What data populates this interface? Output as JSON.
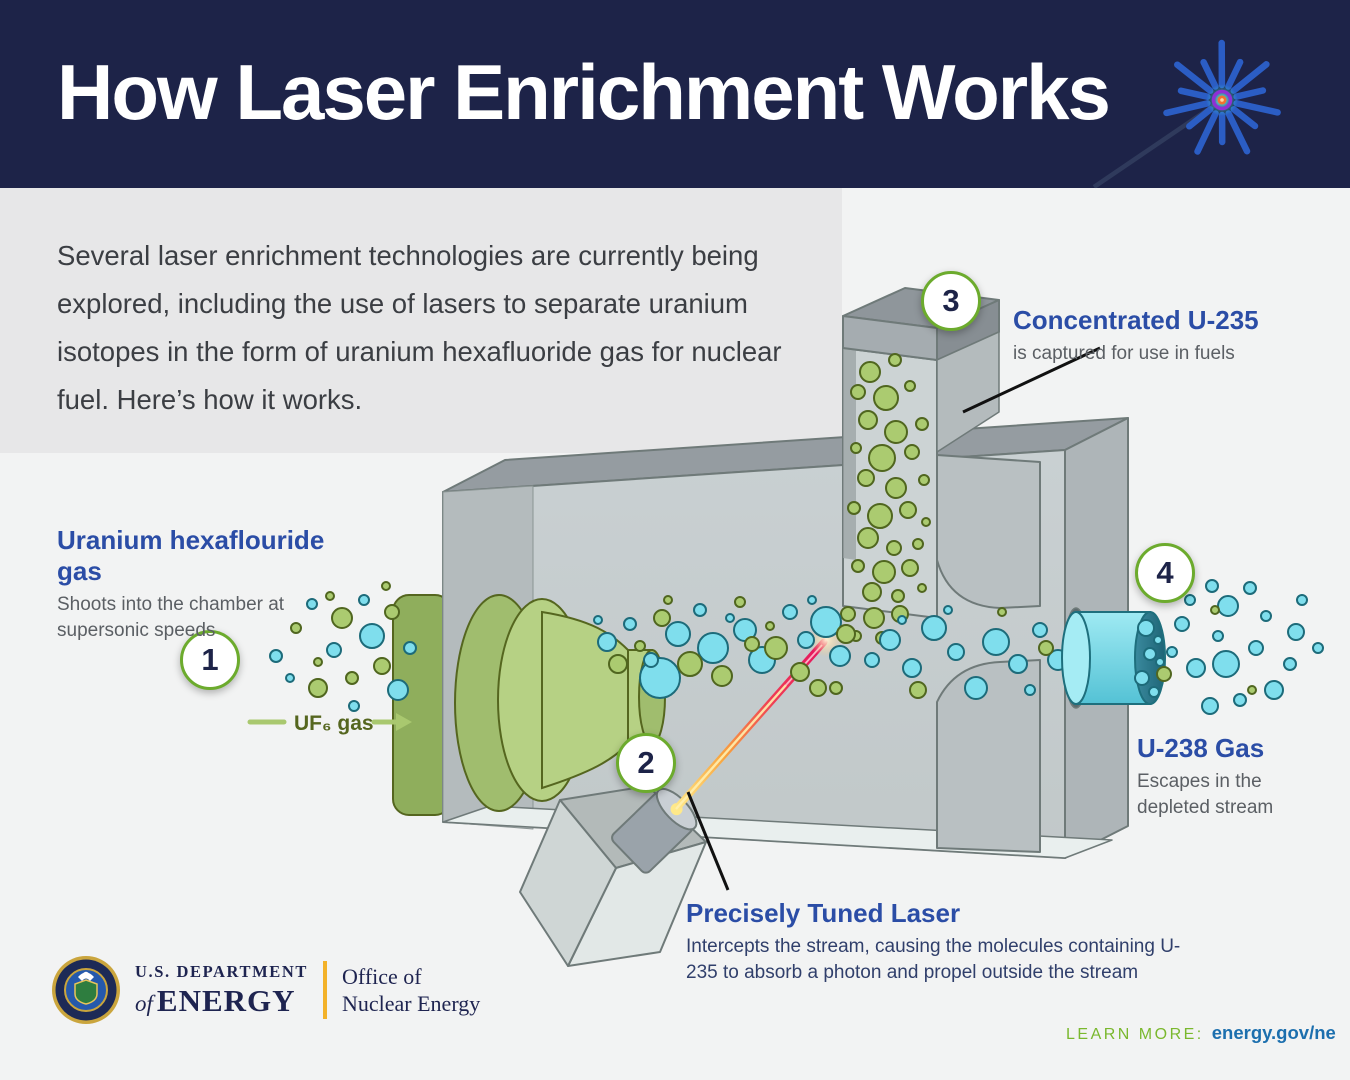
{
  "banner": {
    "title": "How Laser Enrichment Works"
  },
  "intro": {
    "text": "Several laser enrichment technologies are currently being explored, including the use of lasers to separate uranium isotopes in the form of uranium hexafluoride gas for nuclear fuel. Here’s how it works."
  },
  "steps": [
    {
      "number": "1",
      "title": "Uranium hexaflouride gas",
      "description": "Shoots into the chamber at supersonic speeds"
    },
    {
      "number": "2",
      "title": "Precisely Tuned Laser",
      "description": "Intercepts the stream, causing the molecules containing U-235 to absorb a photon and propel outside the stream"
    },
    {
      "number": "3",
      "title": "Concentrated U-235",
      "description": "is captured for use in fuels"
    },
    {
      "number": "4",
      "title": "U-238 Gas",
      "description": "Escapes in the depleted stream"
    }
  ],
  "diagram": {
    "uf6_label": "UF₆ gas"
  },
  "footer": {
    "dept_small": "U.S. DEPARTMENT",
    "dept_of": "of",
    "dept_big": "ENERGY",
    "office_line1": "Office of",
    "office_line2": "Nuclear Energy",
    "learn_more_label": "LEARN MORE:",
    "learn_more_url": "energy.gov/ne"
  },
  "colors": {
    "banner_navy": "#1d2348",
    "heading_blue": "#2b4da6",
    "badge_green": "#6cab2d",
    "learn_green": "#7ab82e",
    "url_blue": "#1c6fae",
    "u235_green": "#abcb70",
    "u238_cyan": "#7fdeed",
    "gold": "#f3b229"
  }
}
